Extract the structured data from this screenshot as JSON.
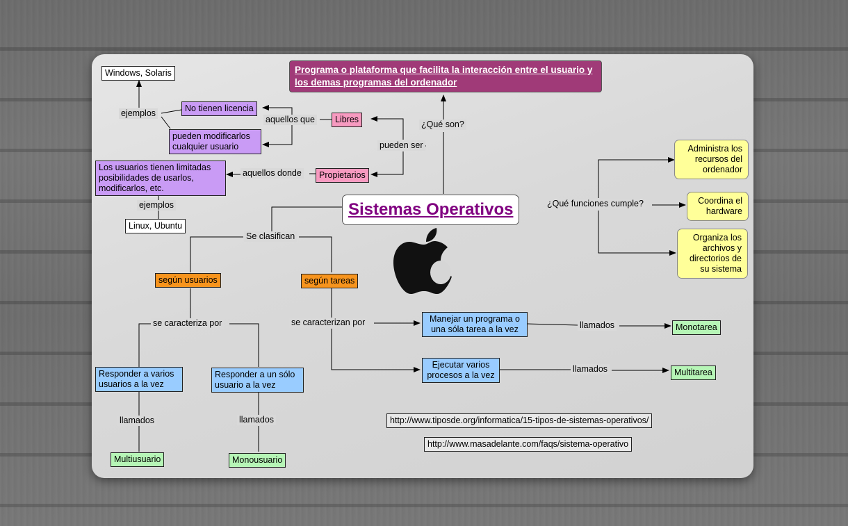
{
  "title": "Sistemas Operativos",
  "definition": "Programa o plataforma que facilita la interacción entre el usuario y los demas programas del ordenador",
  "links": {
    "que_son": "¿Qué son?",
    "funciones": "¿Qué funciones cumple?",
    "pueden_ser": "pueden ser",
    "aquellos_que": "aquellos que",
    "aquellos_donde": "aquellos donde",
    "ejemplos_1": "ejemplos",
    "ejemplos_2": "ejemplos",
    "se_clasifican": "Se clasifican",
    "se_caracteriza_por": "se caracteriza por",
    "se_caracterizan_por": "se caracterizan por",
    "llamados_1": "llamados",
    "llamados_2": "llamados",
    "llamados_3": "llamados",
    "llamados_4": "llamados"
  },
  "nodes": {
    "libres": "Libres",
    "propietarios": "Propietarios",
    "no_licencia": "No tienen licencia",
    "modificarlos": "pueden modificarlos cualquier usuario",
    "windows": "Windows, Solaris",
    "limitadas": "Los usuarios tienen limitadas posibilidades de usarlos, modificarlos, etc.",
    "linux": "Linux, Ubuntu",
    "administra": "Administra los recursos del ordenador",
    "coordina": "Coordina el hardware",
    "organiza": "Organiza los archivos y directorios de su sistema",
    "segun_usuarios": "según usuarios",
    "segun_tareas": "según tareas",
    "varios_usuarios": "Responder a varios usuarios a la vez",
    "un_usuario": "Responder a un sólo usuario a la vez",
    "manejar": "Manejar un programa o una sóla tarea a la vez",
    "ejecutar": "Ejecutar varios procesos a la vez",
    "multiusuario": "Multiusuario",
    "monousuario": "Monousuario",
    "monotarea": "Monotarea",
    "multitarea": "Multitarea"
  },
  "references": {
    "url1": "http://www.tiposde.org/informatica/15-tipos-de-sistemas-operativos/",
    "url2": "http://www.masadelante.com/faqs/sistema-operativo"
  },
  "colors": {
    "definition": "#a03a78",
    "title": "#800080",
    "purple": "#c99bf5",
    "pink": "#f79ac0",
    "orange": "#f7941d",
    "blue": "#99ccff",
    "green": "#b6f5b6",
    "yellow": "#ffff99"
  }
}
